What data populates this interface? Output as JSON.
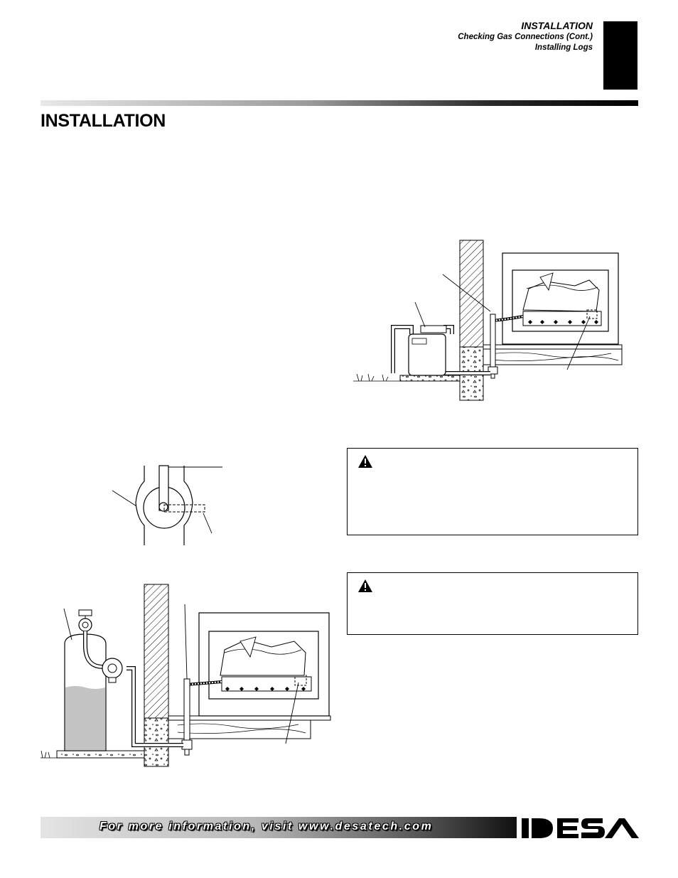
{
  "header": {
    "section": "INSTALLATION",
    "subtitle_1": "Checking Gas Connections (Cont.)",
    "subtitle_2": "Installing Logs"
  },
  "page_title": "INSTALLATION",
  "footer": {
    "text": "For more information, visit www.desatech.com",
    "logo": "DESA"
  },
  "icons": {
    "warning": "warning-triangle-icon"
  }
}
